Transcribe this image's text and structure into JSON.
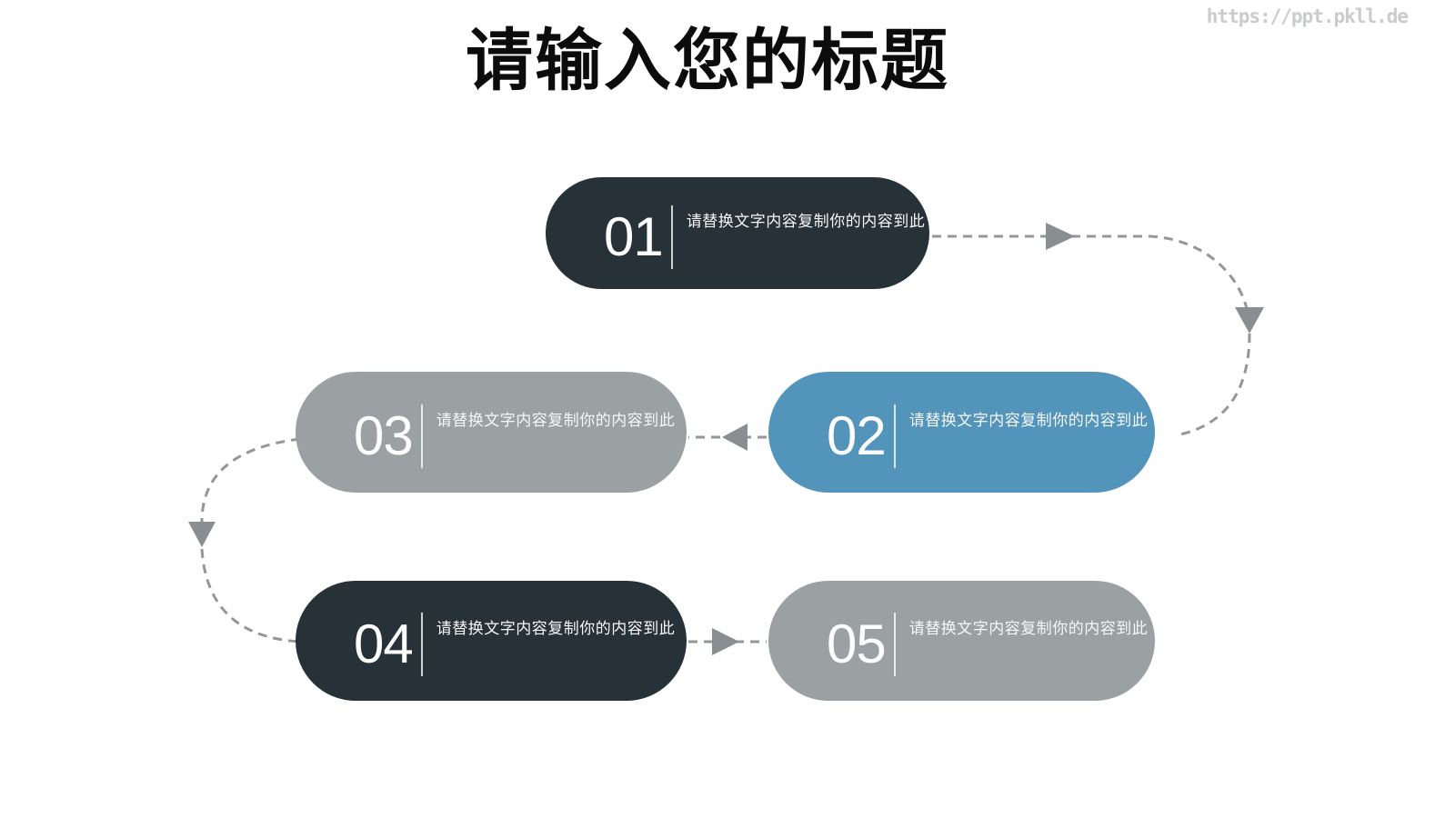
{
  "page": {
    "title": "请输入您的标题",
    "watermark": "https://ppt.pkll.de"
  },
  "steps": [
    {
      "number": "01",
      "text": "请替换文字内容复制你的内容到此",
      "fill": "#263138"
    },
    {
      "number": "02",
      "text": "请替换文字内容复制你的内容到此",
      "fill": "#5394BA"
    },
    {
      "number": "03",
      "text": "请替换文字内容复制你的内容到此",
      "fill": "#9BA1A3"
    },
    {
      "number": "04",
      "text": "请替换文字内容复制你的内容到此",
      "fill": "#263138"
    },
    {
      "number": "05",
      "text": "请替换文字内容复制你的内容到此",
      "fill": "#9BA1A3"
    }
  ],
  "flow": {
    "order": [
      "01",
      "02",
      "03",
      "04",
      "05"
    ],
    "arrow_icons": [
      "arrow-right",
      "arrow-down",
      "arrow-left",
      "arrow-down",
      "arrow-right"
    ],
    "line_style": "dashed"
  },
  "colors": {
    "dark_pill": "#263138",
    "blue_pill": "#5394BA",
    "gray_pill": "#9BA1A3",
    "connector": "#929798",
    "arrow": "#898F91",
    "title_text": "#0c0c0c",
    "watermark_text": "#c9cbcd",
    "pill_text": "#ffffff"
  }
}
